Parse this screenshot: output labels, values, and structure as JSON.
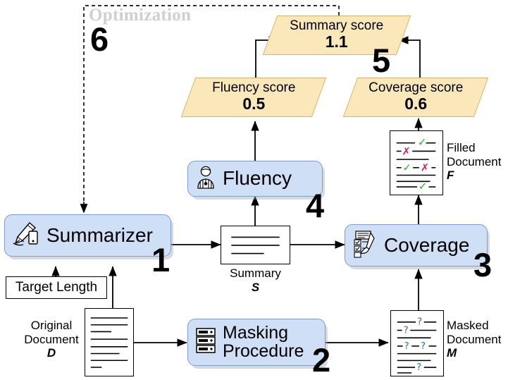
{
  "figure": {
    "optimization_label": "Optimization"
  },
  "steps": {
    "summarizer": "1",
    "masking": "2",
    "coverage": "3",
    "fluency": "4",
    "summary_score": "5",
    "optimization": "6"
  },
  "processes": {
    "summarizer": {
      "label": "Summarizer",
      "icon": "hand-writing-pencil-icon"
    },
    "fluency": {
      "label": "Fluency",
      "icon": "referee-whistle-icon"
    },
    "coverage": {
      "label": "Coverage",
      "icon": "checklist-pen-icon"
    },
    "masking": {
      "label": "Masking\nProcedure",
      "icon": "server-rack-icon"
    }
  },
  "scores": {
    "summary": {
      "name": "Summary score",
      "value": "1.1"
    },
    "fluency": {
      "name": "Fluency score",
      "value": "0.5"
    },
    "coverage": {
      "name": "Coverage score",
      "value": "0.6"
    }
  },
  "inputs": {
    "target_length": "Target Length"
  },
  "documents": {
    "original": {
      "name": "Original\nDocument",
      "symbol": "D"
    },
    "summary": {
      "name": "Summary",
      "symbol": "S"
    },
    "masked": {
      "name": "Masked\nDocument",
      "symbol": "M"
    },
    "filled": {
      "name": "Filled\nDocument",
      "symbol": "F"
    }
  },
  "colors": {
    "process_fill": "#cfdff5",
    "process_border": "#7e9dc9",
    "score_fill": "#fae8bb",
    "score_border": "#d5b467",
    "check_green": "#24b324",
    "cross_red": "#d31d5a",
    "mask_blue": "#2f6fb5",
    "optimization_gray": "#cfcfcf"
  }
}
